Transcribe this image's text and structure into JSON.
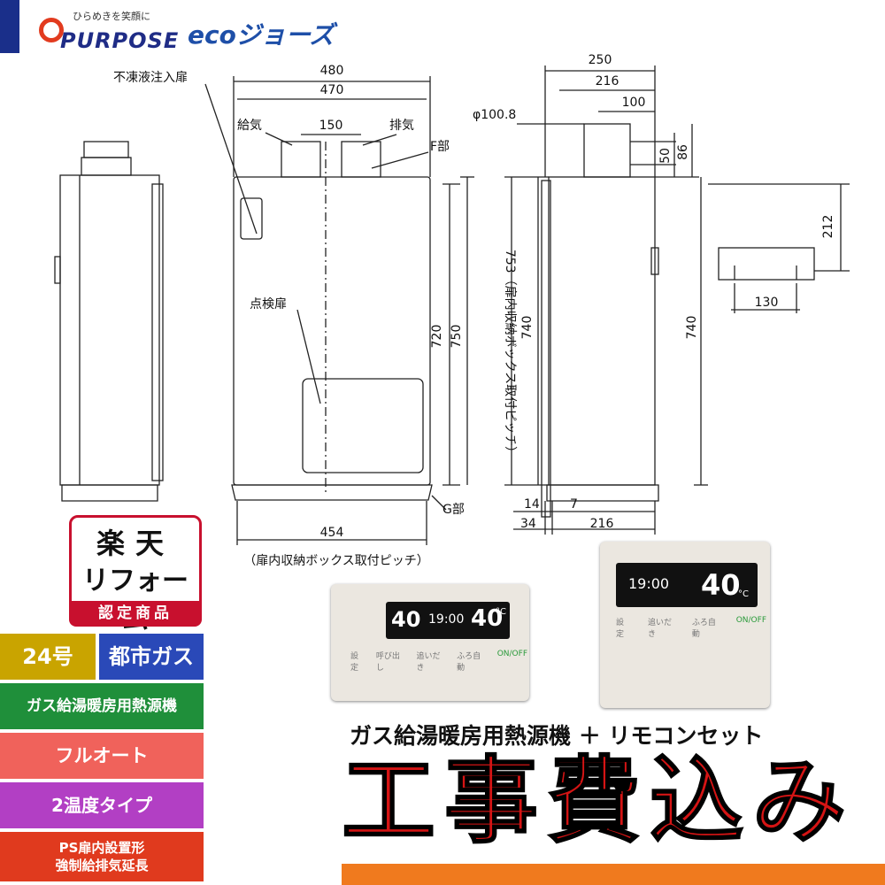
{
  "brand": {
    "tagline": "ひらめきを笑顔に",
    "name": "PURPOSE",
    "eco_logo": "ecoジョーズ",
    "accent": "#1f2c86"
  },
  "diagram": {
    "front": {
      "width_outer": "480",
      "width_inner": "470",
      "duct_pitch": "150",
      "label_antifreeze": "不凍液注入扉",
      "label_intake": "給気",
      "label_exhaust": "排気",
      "label_f": "F部",
      "label_inspection": "点検扉",
      "height_720": "720",
      "height_750": "750",
      "label_g": "G部",
      "bottom_width": "454",
      "bottom_caption": "（扉内収納ボックス取付ピッチ）"
    },
    "side": {
      "depth_250": "250",
      "depth_216_top": "216",
      "duct_100": "100",
      "diameter": "φ100.8",
      "dim_50": "50",
      "dim_86": "86",
      "height_740": "740",
      "pitch_753": "753（扉内収納ボックス取付ピッチ）",
      "dim_14": "14",
      "dim_7": "7",
      "dim_34": "34",
      "depth_216_bottom": "216"
    },
    "bracket": {
      "dim_212": "212",
      "dim_130": "130",
      "dim_740": "740"
    }
  },
  "remotes": {
    "kitchen": {
      "time": "19:00",
      "temp": "40",
      "unit": "°C",
      "buttons": [
        "設定",
        "呼び出し",
        "追いだき",
        "ふろ自動"
      ],
      "power": "ON/OFF"
    },
    "bath": {
      "time": "19:00",
      "temp": "40",
      "unit": "°C",
      "buttons": [
        "設定",
        "追いだき",
        "ふろ自動"
      ],
      "power": "ON/OFF"
    }
  },
  "rakuten": {
    "line1": "楽天",
    "line2": "リフォーム",
    "line3": "認定商品"
  },
  "badges": {
    "size": "24号",
    "gas": "都市ガス",
    "type": "ガス給湯暖房用熱源機",
    "mode": "フルオート",
    "temp": "2温度タイプ",
    "install_1": "PS扉内設置形",
    "install_2": "強制給排気延長"
  },
  "headline": "ガス給湯暖房用熱源機 ＋ リモコンセット",
  "big_text": "工事費込み",
  "colors": {
    "gold": "#c9a400",
    "blue": "#2a49b8",
    "green": "#1f8f3a",
    "salmon": "#f0625b",
    "purple": "#b23fc4",
    "red": "#e03a1e",
    "rakuten_red": "#c8102e"
  }
}
